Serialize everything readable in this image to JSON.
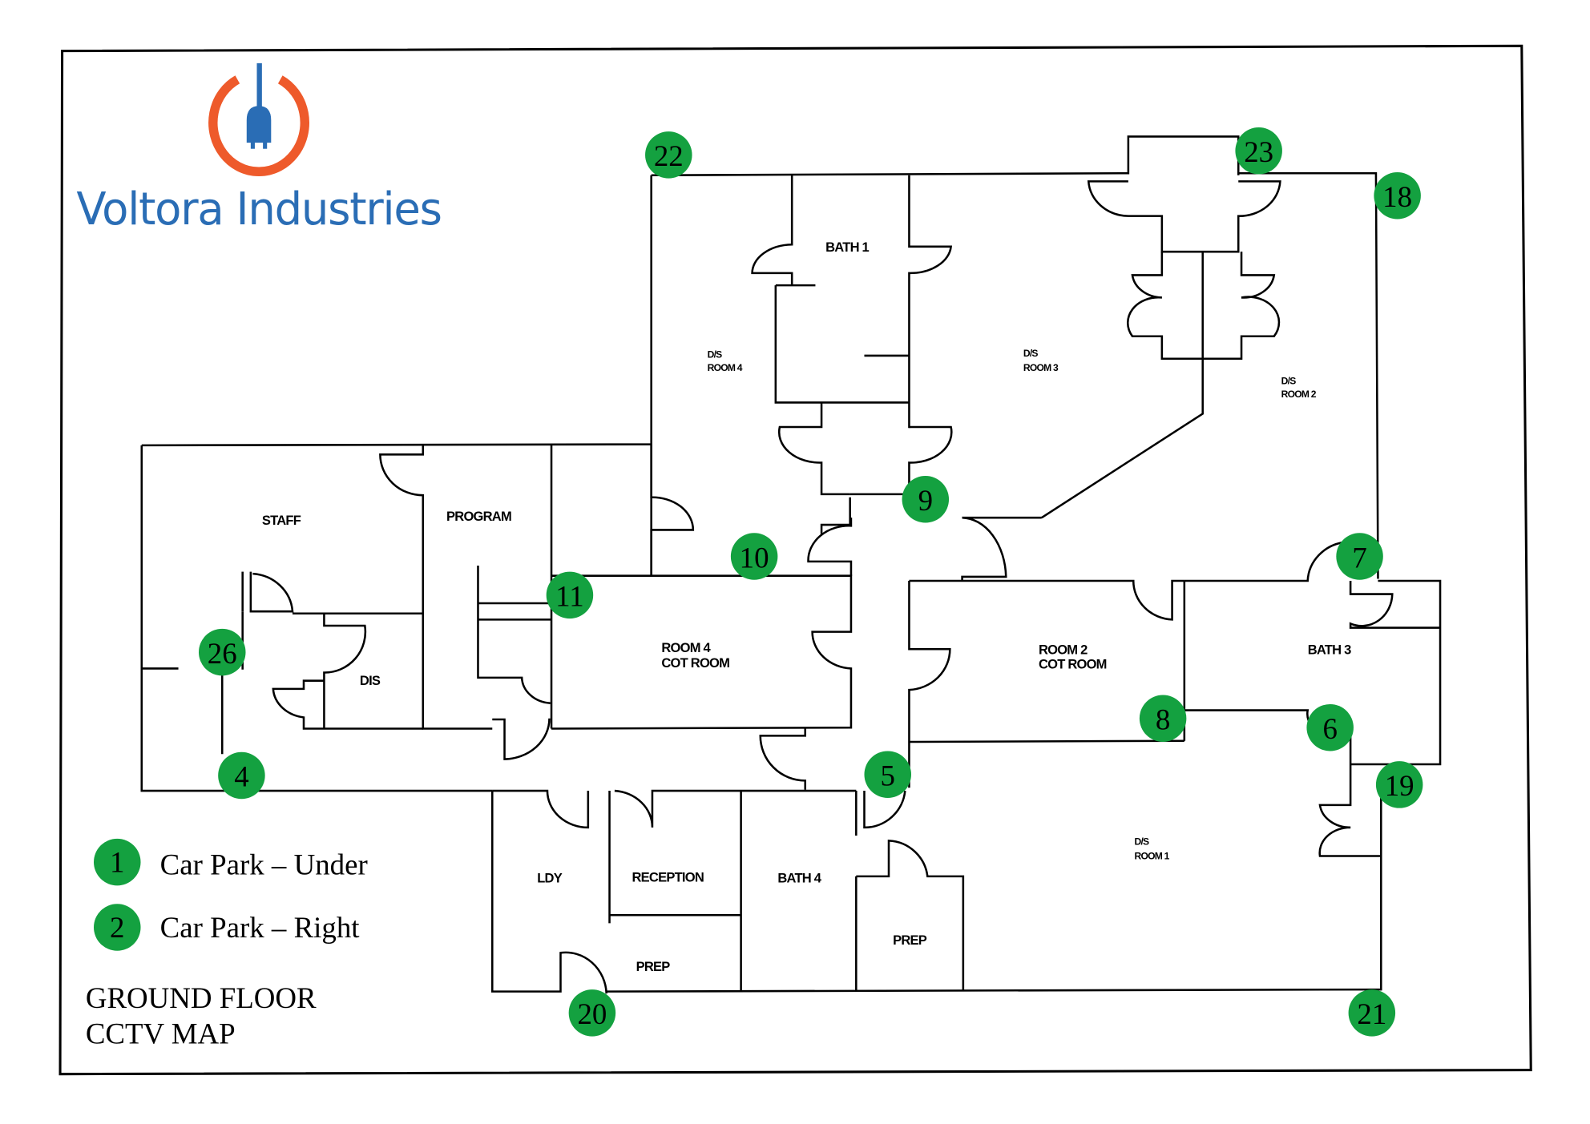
{
  "brand": {
    "name": "Voltora Industries",
    "logo_icon": "power-plug-icon",
    "colors": {
      "ring": "#ee5a2b",
      "plug": "#2a6db5",
      "text": "#2a6db5"
    }
  },
  "map": {
    "title_line1": "GROUND FLOOR",
    "title_line2": "CCTV MAP",
    "camera_color": "#14a140",
    "rooms": [
      {
        "id": "bath1",
        "lines": [
          "BATH 1"
        ]
      },
      {
        "id": "ds-room4",
        "lines": [
          "D/S",
          "ROOM 4"
        ]
      },
      {
        "id": "ds-room3",
        "lines": [
          "D/S",
          "ROOM 3"
        ]
      },
      {
        "id": "ds-room2",
        "lines": [
          "D/S",
          "ROOM 2"
        ]
      },
      {
        "id": "staff",
        "lines": [
          "STAFF"
        ]
      },
      {
        "id": "program",
        "lines": [
          "PROGRAM"
        ]
      },
      {
        "id": "dis",
        "lines": [
          "DIS"
        ]
      },
      {
        "id": "room4-cot",
        "lines": [
          "ROOM 4",
          "COT ROOM"
        ]
      },
      {
        "id": "room2-cot",
        "lines": [
          "ROOM 2",
          "COT ROOM"
        ]
      },
      {
        "id": "bath3",
        "lines": [
          "BATH 3"
        ]
      },
      {
        "id": "ldy",
        "lines": [
          "LDY"
        ]
      },
      {
        "id": "reception",
        "lines": [
          "RECEPTION"
        ]
      },
      {
        "id": "prep-left",
        "lines": [
          "PREP"
        ]
      },
      {
        "id": "bath4",
        "lines": [
          "BATH 4"
        ]
      },
      {
        "id": "prep-right",
        "lines": [
          "PREP"
        ]
      },
      {
        "id": "ds-room1",
        "lines": [
          "D/S",
          "ROOM 1"
        ]
      }
    ],
    "cameras": [
      {
        "number": "22"
      },
      {
        "number": "23"
      },
      {
        "number": "18"
      },
      {
        "number": "9"
      },
      {
        "number": "10"
      },
      {
        "number": "11"
      },
      {
        "number": "26"
      },
      {
        "number": "4"
      },
      {
        "number": "5"
      },
      {
        "number": "7"
      },
      {
        "number": "8"
      },
      {
        "number": "6"
      },
      {
        "number": "19"
      },
      {
        "number": "20"
      },
      {
        "number": "21"
      }
    ]
  },
  "legend": {
    "items": [
      {
        "number": "1",
        "label": "Car Park – Under"
      },
      {
        "number": "2",
        "label": "Car Park – Right"
      }
    ]
  }
}
